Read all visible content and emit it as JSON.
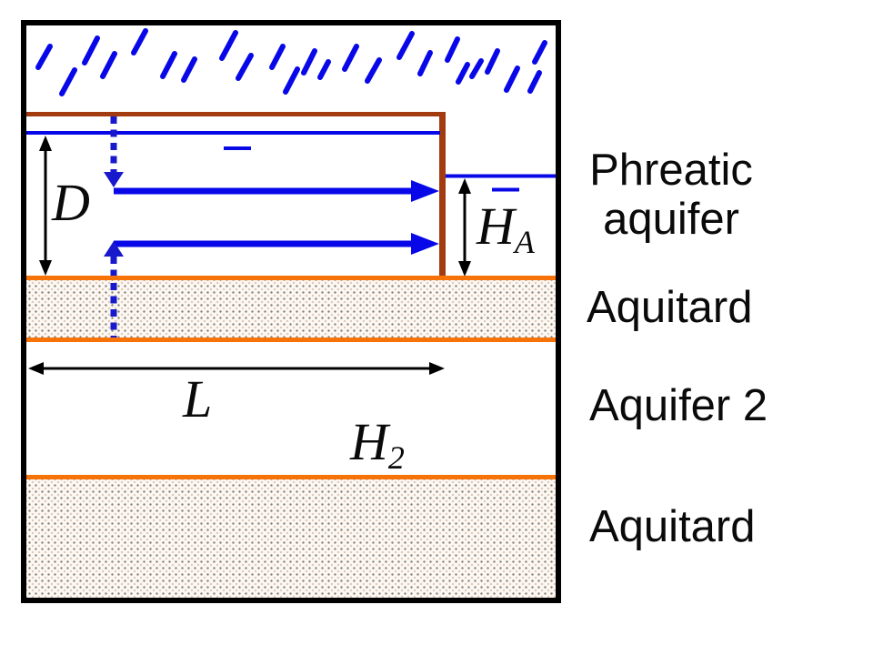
{
  "diagram": {
    "layer_labels": {
      "phreatic_line1": "Phreatic",
      "phreatic_line2": "aquifer",
      "aquitard_upper": "Aquitard",
      "aquifer_2": "Aquifer 2",
      "aquitard_lower": "Aquitard"
    },
    "dimensions": {
      "depth": "D",
      "head_a_base": "H",
      "head_a_sub": "A",
      "length": "L",
      "head_2_base": "H",
      "head_2_sub": "2"
    },
    "icons": {
      "rain": "rain-slashes-icon",
      "water_level_left": "minus-icon",
      "water_level_right": "minus-icon"
    },
    "colors": {
      "water_blue": "#0707E8",
      "dashed_blue": "#1818CC",
      "aquitard_orange": "#F87307",
      "soil_brown": "#A23B10",
      "outline_black": "#000000",
      "stipple_dot_dark": "#8A7D6E",
      "stipple_dot_light": "#E3C6B6",
      "stipple_bg": "#FBF8F4"
    }
  }
}
